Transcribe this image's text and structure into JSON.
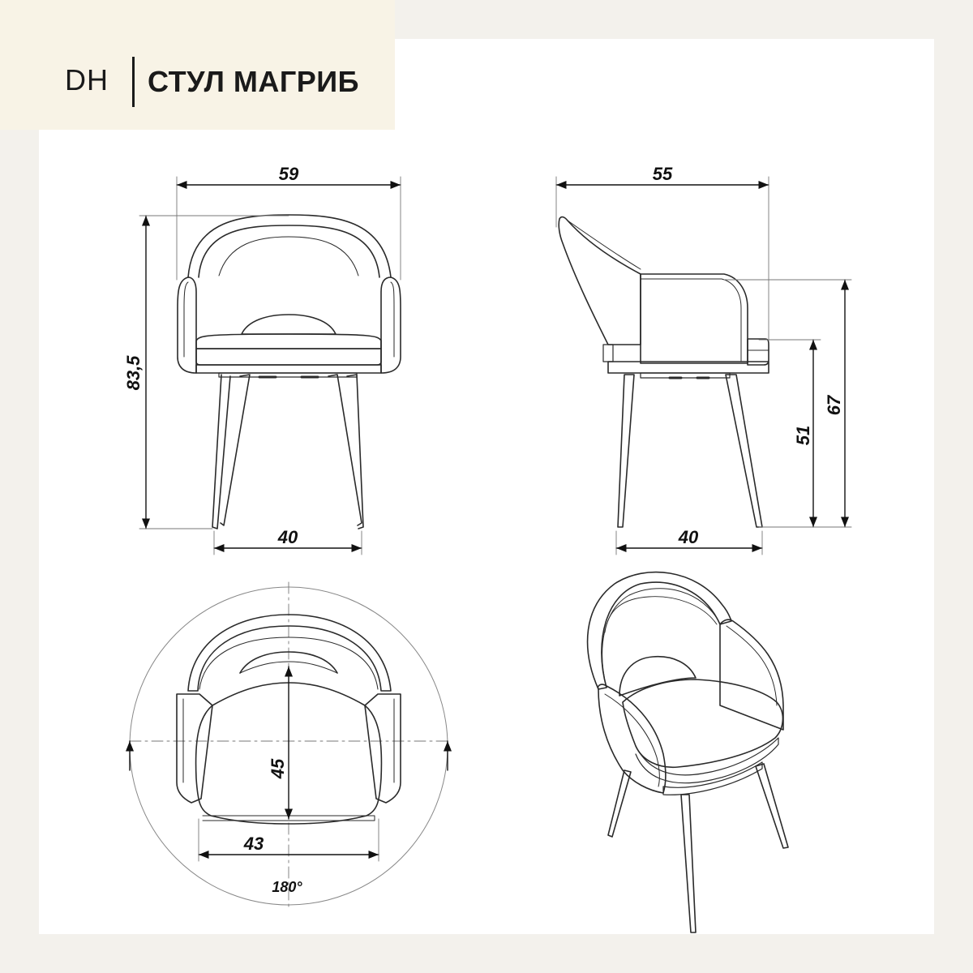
{
  "header": {
    "brand": "DH",
    "title": "СТУЛ МАГРИБ"
  },
  "dimensions": {
    "front_width": "59",
    "front_height": "83,5",
    "front_leg_span": "40",
    "side_depth": "55",
    "side_seat_height": "51",
    "side_arm_height": "67",
    "side_leg_span": "40",
    "top_seat_depth": "45",
    "top_seat_width": "43",
    "rotation": "180°"
  },
  "colors": {
    "line": "#2a2a2a",
    "header_bg": "#f8f3e6",
    "page_bg": "#f3f1ec"
  }
}
